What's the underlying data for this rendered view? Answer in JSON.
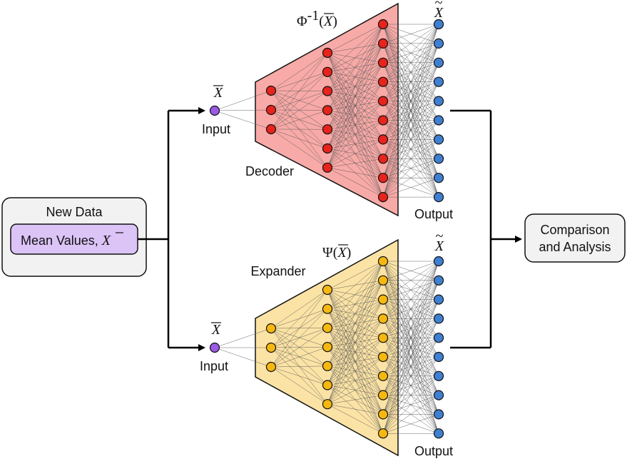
{
  "left_box": {
    "title": "New Data",
    "inner_label": "Mean Values, ",
    "inner_symbol": "X"
  },
  "top_net": {
    "input_symbol": "X",
    "input_label": "Input",
    "func_prefix": "Φ",
    "func_sup": "-1",
    "func_open": "(",
    "func_symbol": "X",
    "func_close": ")",
    "name": "Decoder",
    "output_symbol": "X",
    "output_label": "Output",
    "color_fill": "#f7aaa7",
    "color_node": "#e8231c"
  },
  "bottom_net": {
    "input_symbol": "X",
    "input_label": "Input",
    "func_prefix": "Ψ",
    "func_open": "(",
    "func_symbol": "X",
    "func_close": ")",
    "name": "Expander",
    "output_symbol": "X",
    "output_label": "Output",
    "color_fill": "#fbe3a6",
    "color_node": "#f6b80f"
  },
  "right_box": {
    "line1": "Comparison",
    "line2": "and Analysis"
  },
  "colors": {
    "input_node": "#9b59e6",
    "output_node": "#3f7fd1",
    "inner_box": "#dcc4f7",
    "box_fill": "#f2f2f2"
  }
}
